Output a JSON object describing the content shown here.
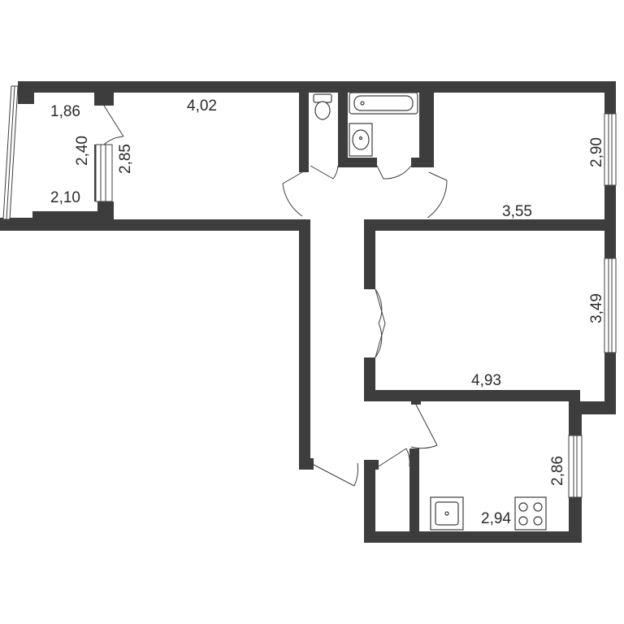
{
  "plan": {
    "rooms": [
      {
        "name": "balcony",
        "dims": [
          "1,86",
          "2,40",
          "2,10"
        ]
      },
      {
        "name": "room-1",
        "dims": [
          "4,02",
          "2,85"
        ]
      },
      {
        "name": "room-2",
        "dims": [
          "3,55",
          "2,90"
        ]
      },
      {
        "name": "room-3",
        "dims": [
          "4,93",
          "3,49"
        ]
      },
      {
        "name": "kitchen",
        "dims": [
          "2,94",
          "2,86"
        ]
      }
    ],
    "icons": [
      "toilet-icon",
      "bathtub-icon",
      "washbasin-icon",
      "kitchen-sink-icon",
      "stove-icon"
    ],
    "colors": {
      "wall": "#3d3d3d",
      "background": "#ffffff"
    }
  }
}
